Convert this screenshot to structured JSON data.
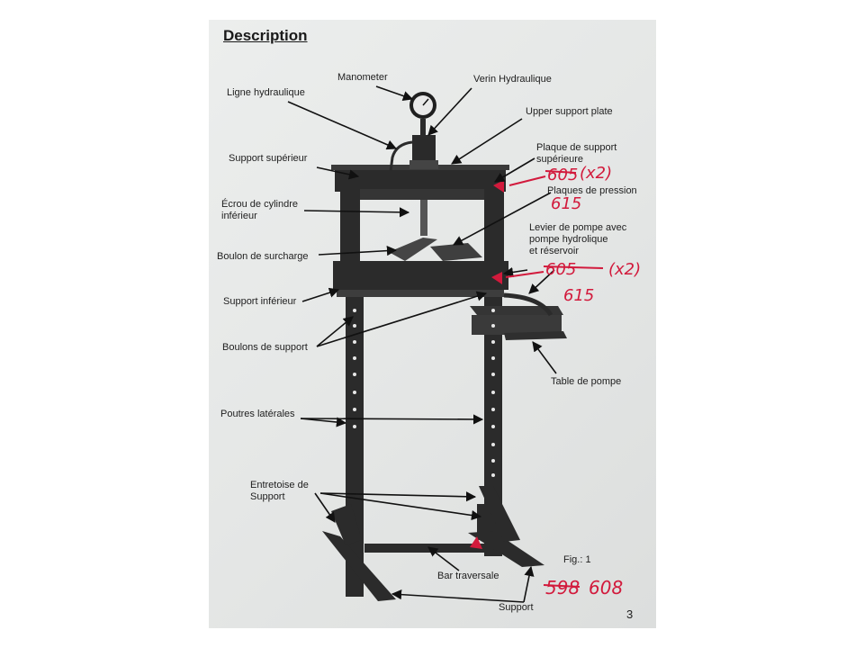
{
  "page": {
    "title": "Description",
    "page_number": "3",
    "fig_label": "Fig.: 1"
  },
  "labels": {
    "manometer": "Manometer",
    "verin": "Verin Hydraulique",
    "ligne": "Ligne hydraulique",
    "upper_plate": "Upper support plate",
    "plaque_sup": "Plaque de support\nsupérieure",
    "support_sup": "Support supérieur",
    "ecrou": "Écrou de cylindre\ninférieur",
    "plaques_pression": "Plaques de pression",
    "levier": "Levier de pompe avec\npompe hydrolique\net réservoir",
    "boulon_surcharge": "Boulon de surcharge",
    "support_inf": "Support inférieur",
    "boulons_support": "Boulons de support",
    "table_pompe": "Table de pompe",
    "poutres": "Poutres latérales",
    "entretoise": "Entretoise de\nSupport",
    "bar_traversale": "Bar traversale",
    "support": "Support"
  },
  "annotations": {
    "upper_old": "605",
    "upper_mult": "(x2)",
    "upper_new": "615",
    "lower_old": "605",
    "lower_mult": "(x2)",
    "lower_new": "615",
    "bottom_old": "598",
    "bottom_new": "608"
  },
  "colors": {
    "annotation": "#d21a3c",
    "frame": "#2b2b2b"
  }
}
